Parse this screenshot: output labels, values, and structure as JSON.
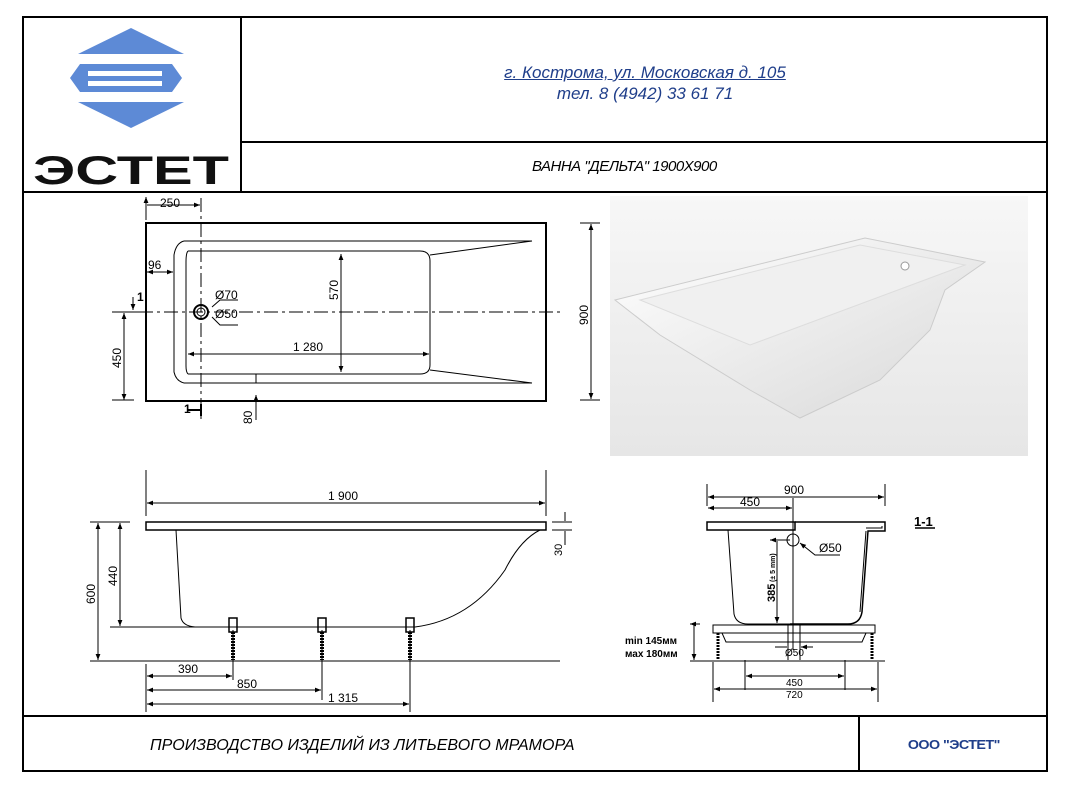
{
  "header": {
    "logo_text": "ЭСТЕТ",
    "address": "г. Кострома, ул. Московская д. 105",
    "phone": "тел. 8 (4942) 33 61 71",
    "product_title": "ВАННА \"ДЕЛЬТА\" 1900X900"
  },
  "plan_view": {
    "dim_250": "250",
    "dim_96": "96",
    "dim_570": "570",
    "dim_1280": "1 280",
    "dim_450": "450",
    "dim_900": "900",
    "dim_80": "80",
    "drain_outer": "Ø70",
    "drain_inner": "Ø50",
    "section_mark": "1"
  },
  "side_view": {
    "dim_1900": "1 900",
    "dim_30": "30",
    "dim_600": "600",
    "dim_440": "440",
    "dim_390": "390",
    "dim_850": "850",
    "dim_1315": "1 315"
  },
  "section_view": {
    "label": "1-1",
    "dim_900": "900",
    "dim_450_top": "450",
    "overflow": "Ø50",
    "dim_385": "385",
    "tolerance": "(± 5 mm)",
    "leg_min": "min 145мм",
    "leg_max": "мах 180мм",
    "drain": "Ø50",
    "dim_450_bottom": "450",
    "dim_720": "720"
  },
  "footer": {
    "production_text": "ПРОИЗВОДСТВО ИЗДЕЛИЙ ИЗ ЛИТЬЕВОГО МРАМОРА",
    "company": "ООО \"ЭСТЕТ\""
  },
  "colors": {
    "brand_blue": "#1f3e8a",
    "logo_blue": "#4f7fd0"
  }
}
